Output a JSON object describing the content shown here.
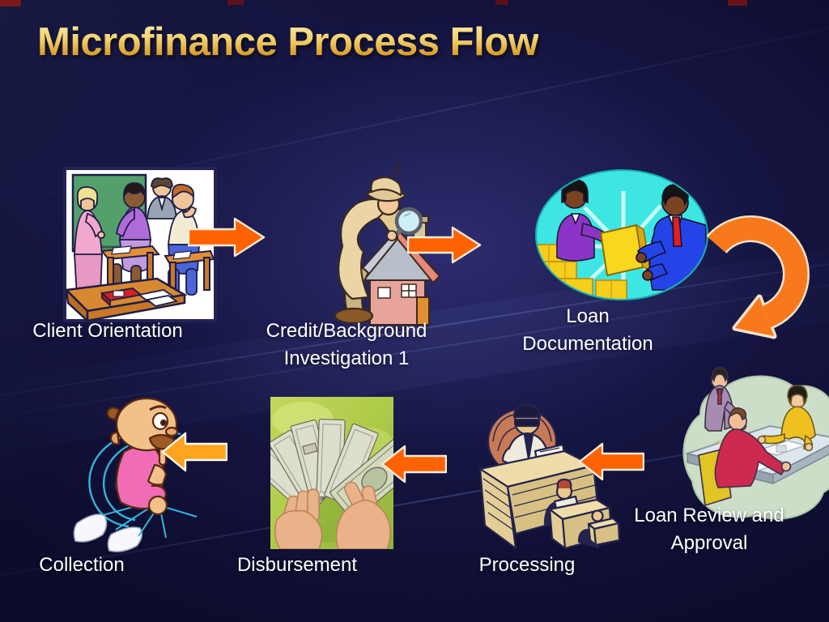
{
  "slide": {
    "title": "Microfinance Process Flow",
    "background_color": "#0C0C2C",
    "title_gold": "#E8BE5A",
    "label_color": "#FFFFFF"
  },
  "steps": [
    {
      "id": "client-orientation",
      "label": "Client Orientation",
      "icon": "classroom-training-clipart"
    },
    {
      "id": "credit-investigation",
      "label": "Credit/Background\nInvestigation 1",
      "icon": "detective-magnifying-house-clipart"
    },
    {
      "id": "loan-documentation",
      "label": "Loan\nDocumentation",
      "icon": "document-handover-clipart"
    },
    {
      "id": "loan-review-approval",
      "label": "Loan Review and\nApproval",
      "icon": "meeting-table-clipart"
    },
    {
      "id": "processing",
      "label": "Processing",
      "icon": "clerk-at-desks-clipart"
    },
    {
      "id": "disbursement",
      "label": "Disbursement",
      "icon": "hands-holding-cash-photo"
    },
    {
      "id": "collection",
      "label": "Collection",
      "icon": "man-with-papers-clipart"
    }
  ],
  "arrows": [
    {
      "from": "client-orientation",
      "to": "credit-investigation",
      "direction": "right",
      "color": "#FF6200"
    },
    {
      "from": "credit-investigation",
      "to": "loan-documentation",
      "direction": "right",
      "color": "#FF6200"
    },
    {
      "from": "loan-documentation",
      "to": "loan-review-approval",
      "direction": "curved-down",
      "color": "#F8791C"
    },
    {
      "from": "loan-review-approval",
      "to": "processing",
      "direction": "left",
      "color": "#FF6200"
    },
    {
      "from": "processing",
      "to": "disbursement",
      "direction": "left",
      "color": "#FF6200"
    },
    {
      "from": "disbursement",
      "to": "collection",
      "direction": "left",
      "color": "#FFA41F"
    }
  ]
}
